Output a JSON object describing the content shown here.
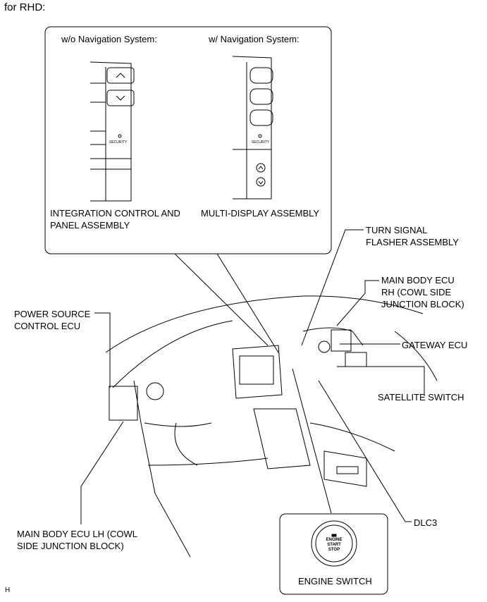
{
  "header": {
    "title": "for RHD:"
  },
  "inset": {
    "left_title": "w/o Navigation System:",
    "right_title": "w/ Navigation System:",
    "left_caption": "INTEGRATION CONTROL AND\nPANEL ASSEMBLY",
    "right_caption": "MULTI-DISPLAY ASSEMBLY",
    "security_label": "SECURITY"
  },
  "callouts": {
    "turn_signal": "TURN SIGNAL\nFLASHER ASSEMBLY",
    "main_body_rh": "MAIN BODY ECU\nRH (COWL SIDE\nJUNCTION BLOCK)",
    "gateway": "GATEWAY ECU",
    "power_source": "POWER SOURCE\nCONTROL ECU",
    "satellite": "SATELLITE SWITCH",
    "main_body_lh": "MAIN BODY ECU LH (COWL\nSIDE JUNCTION BLOCK)",
    "dlc3": "DLC3"
  },
  "engine_switch": {
    "caption": "ENGINE SWITCH",
    "button_text": "ENGINE\nSTART\nSTOP"
  },
  "corner_mark": "H"
}
